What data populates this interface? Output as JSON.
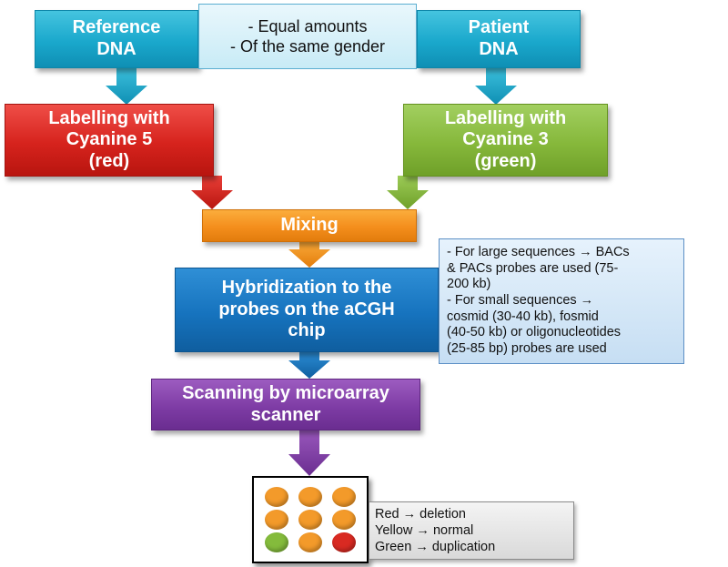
{
  "nodes": {
    "reference": [
      "Reference",
      "DNA"
    ],
    "patient": [
      "Patient",
      "DNA"
    ],
    "conditions": [
      "- Equal amounts",
      "- Of the same gender"
    ],
    "label_red": [
      "Labelling with",
      "Cyanine 5",
      "(red)"
    ],
    "label_green": [
      "Labelling with",
      "Cyanine 3",
      "(green)"
    ],
    "mixing": "Mixing",
    "hybridization": [
      "Hybridization to the",
      "probes on the aCGH",
      "chip"
    ],
    "scanning": [
      "Scanning by microarray",
      "scanner"
    ]
  },
  "probe_note": [
    "- For large sequences → BACs",
    "& PACs probes are used (75-",
    "200 kb)",
    "- For small sequences →",
    "cosmid (30-40 kb), fosmid",
    "(40-50 kb) or oligonucleotides",
    "(25-85 bp) probes are used"
  ],
  "legend": [
    "Red → deletion",
    "Yellow → normal",
    "Green → duplication"
  ],
  "chip_dots": [
    "orange",
    "orange",
    "orange",
    "orange",
    "orange",
    "orange",
    "green",
    "orange",
    "red"
  ],
  "colors": {
    "teal": "#1aa8cc",
    "red": "#d6231d",
    "green": "#86b83b",
    "orange": "#f48e1c",
    "blue": "#1673be",
    "purple": "#7e3ca5",
    "dot_orange": "#f39a2a",
    "dot_green": "#84bb3c",
    "dot_red": "#d92a22"
  }
}
